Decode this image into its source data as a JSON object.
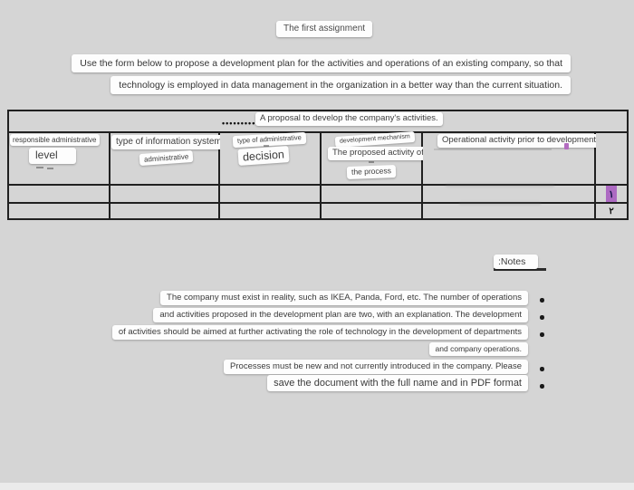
{
  "page": {
    "title": "The first assignment",
    "instruction_line1": "Use the form below to propose a development plan for the activities and operations of an existing company, so that",
    "instruction_line2": "technology is employed in data management in the organization in a better way than the current situation."
  },
  "table": {
    "caption_dots": "•••••••••",
    "caption": "A proposal to develop the company's activities.",
    "headers": {
      "col1_line1": "responsible administrative",
      "col1_line2": "level",
      "col2_line1": "type of information system",
      "col2_line2": "administrative",
      "col3_line1": "type of administrative",
      "col3_line2": "decision",
      "col4_line1": "development mechanism",
      "col4_line2": "The proposed activity of",
      "col4_line3": "the process",
      "col5_line1": "Operational activity prior to development"
    },
    "row_numbers": [
      "١",
      "٢"
    ]
  },
  "notes": {
    "heading_colon": ":",
    "heading": "Notes",
    "lines": [
      "The company must exist in reality, such as IKEA, Panda, Ford, etc. The number of operations",
      "and activities proposed in the development plan are two, with an explanation. The development",
      "of activities should be aimed at further activating the role of technology in the development of departments",
      "and company operations.",
      "Processes must be new and not currently introduced in the company. Please",
      "save the document with the full name and in PDF format"
    ]
  },
  "colors": {
    "page_background": "#d5d5d5",
    "table_border": "#202020",
    "highlight_purple": "#ad6ac2",
    "overlay_box": "#fdfdfd"
  }
}
